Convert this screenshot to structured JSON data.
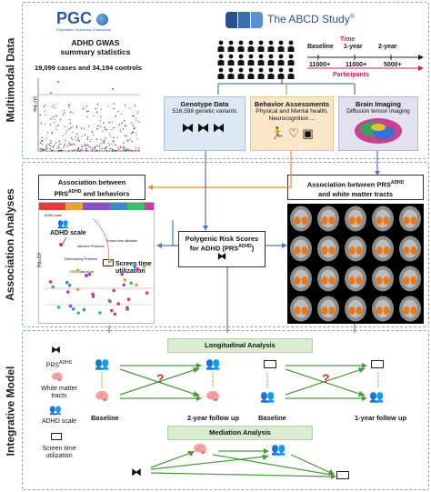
{
  "sections": {
    "multimodal": "Multimodal Data",
    "association": "Association Analyses",
    "integrative": "Integrative Model"
  },
  "pgc": {
    "logo": "PGC",
    "logo_sub": "Psychiatric Genomics Consortium",
    "title_line1": "ADHD GWAS",
    "title_line2": "summary statistics",
    "counts": "19,099 cases and 34,194 controls",
    "y_axis": "-log₁₀(p)"
  },
  "abcd": {
    "title": "The ABCD Study",
    "timeline_label": "Time",
    "participants_label": "Participants",
    "points": [
      {
        "label": "Baseline",
        "count": "11000+"
      },
      {
        "label": "1-year",
        "count": "11000+"
      },
      {
        "label": "2-year",
        "count": "5000+"
      }
    ]
  },
  "modalities": {
    "genotype": {
      "title": "Genotype Data",
      "sub": "516,598 genetic variants"
    },
    "behavior": {
      "title": "Behavior Assessments",
      "sub": "Physical and Mental health, Neurocognition ..."
    },
    "imaging": {
      "title": "Brain Imaging",
      "sub": "Diffusion tensor imaging"
    }
  },
  "association": {
    "left_title_a": "Association between",
    "left_title_b": "PRS",
    "left_title_sup": "ADHD",
    "left_title_c": " and behaviors",
    "right_title_a": "Association between PRS",
    "right_title_sup": "ADHD",
    "right_title_b": "and white matter tracts",
    "prs_line1": "Polygenic Risk Scores",
    "prs_line2": "for ADHD (PRS",
    "prs_sup": "ADHD",
    "prs_line2_end": ")",
    "plot_ylabel": "log₁₀(p)",
    "annot_adhd_scale": "ADHD scale",
    "annot_screen_line1": "Screen time",
    "annot_screen_line2": "utilization",
    "small_notes": [
      "ADHD scale",
      "Attention Problems",
      "Externalizing Problems",
      "OCD, total score",
      "Screen time utilization"
    ]
  },
  "integrative": {
    "legend": {
      "prs": "PRS",
      "prs_sup": "ADHD",
      "wm_line1": "White matter",
      "wm_line2": "tracts",
      "adhd": "ADHD scale",
      "screen_line1": "Screen time",
      "screen_line2": "utilization"
    },
    "longitudinal": "Longitudinal Analysis",
    "mediation": "Mediation Analysis",
    "question_mark": "?",
    "labels": {
      "baseline_a": "Baseline",
      "followup_2": "2-year follow up",
      "baseline_b": "Baseline",
      "followup_1": "1-year follow up"
    }
  },
  "colors": {
    "arrow_blue": "#4a7fb8",
    "arrow_orange": "#e8912c",
    "arrow_green": "#4a9a3c",
    "cross_red": "#c0392b",
    "genotype_bg": "#dce8f4",
    "behavior_bg": "#fbe6c8",
    "imaging_bg": "#e3e0f0"
  }
}
